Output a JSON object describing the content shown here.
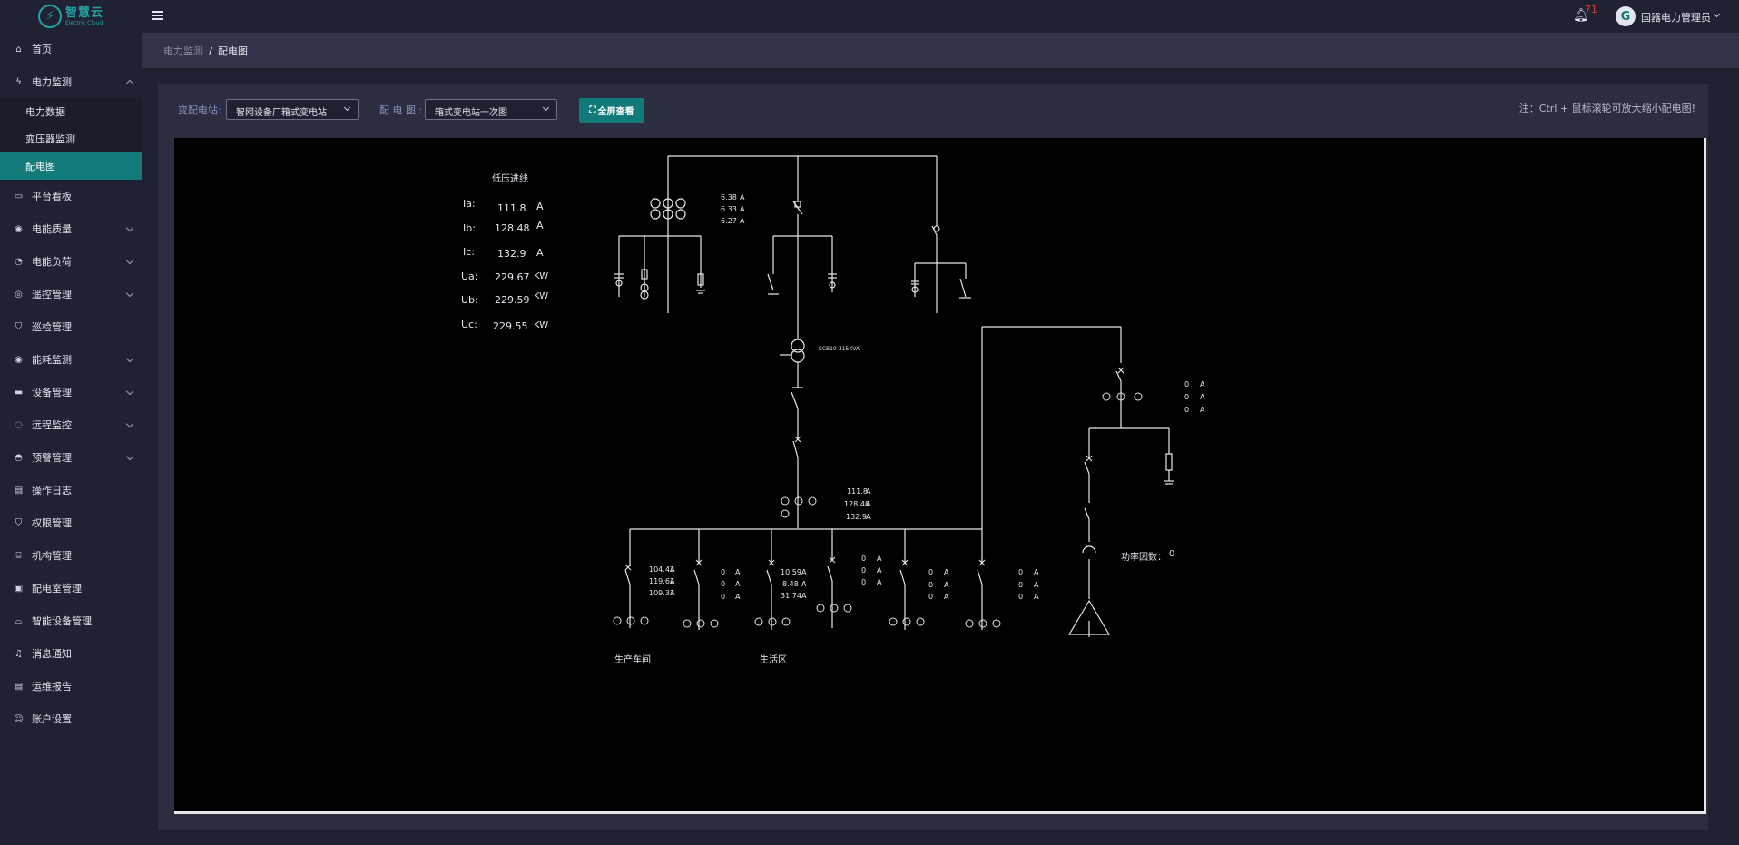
{
  "logo": {
    "name_cn": "智慧云",
    "name_en": "Electric Cloud"
  },
  "sidebar": {
    "items": [
      {
        "label": "首页",
        "icon": "home-icon"
      },
      {
        "label": "电力监测",
        "icon": "bolt-icon",
        "expanded": true,
        "children": [
          {
            "label": "电力数据"
          },
          {
            "label": "变压器监测"
          },
          {
            "label": "配电图",
            "active": true
          }
        ]
      },
      {
        "label": "平台看板",
        "icon": "monitor-icon"
      },
      {
        "label": "电能质量",
        "icon": "bulb-icon"
      },
      {
        "label": "电能负荷",
        "icon": "gauge-icon"
      },
      {
        "label": "遥控管理",
        "icon": "remote-icon"
      },
      {
        "label": "巡检管理",
        "icon": "shield-icon"
      },
      {
        "label": "能耗监测",
        "icon": "bulb-icon"
      },
      {
        "label": "设备管理",
        "icon": "device-icon"
      },
      {
        "label": "远程监控",
        "icon": "camera-icon"
      },
      {
        "label": "预警管理",
        "icon": "alarm-icon"
      },
      {
        "label": "操作日志",
        "icon": "log-icon"
      },
      {
        "label": "权限管理",
        "icon": "shield-icon"
      },
      {
        "label": "机构管理",
        "icon": "org-icon"
      },
      {
        "label": "配电室管理",
        "icon": "room-icon"
      },
      {
        "label": "智能设备管理",
        "icon": "router-icon"
      },
      {
        "label": "消息通知",
        "icon": "bell-icon"
      },
      {
        "label": "运维报告",
        "icon": "report-icon"
      },
      {
        "label": "账户设置",
        "icon": "user-icon"
      }
    ]
  },
  "header": {
    "notification_count": "71",
    "user_name": "国器电力管理员"
  },
  "breadcrumb": {
    "parent": "电力监测",
    "separator": "/",
    "current": "配电图"
  },
  "filters": {
    "station_label": "变配电站:",
    "station_value": "智网设备厂箱式变电站",
    "diagram_label": "配 电 图 :",
    "diagram_value": "箱式变电站一次图",
    "fullscreen_label": "全屏查看",
    "note": "注：Ctrl + 鼠标滚轮可放大缩小配电图!"
  },
  "diagram": {
    "incoming_title": "低压进线",
    "readings": [
      {
        "name": "Ia:",
        "value": "111.8",
        "unit": "A"
      },
      {
        "name": "Ib:",
        "value": "128.48",
        "unit": "A"
      },
      {
        "name": "Ic:",
        "value": "132.9",
        "unit": "A"
      },
      {
        "name": "Ua:",
        "value": "229.67",
        "unit": "KW"
      },
      {
        "name": "Ub:",
        "value": "229.59",
        "unit": "KW"
      },
      {
        "name": "Uc:",
        "value": "229.55",
        "unit": "KW"
      }
    ],
    "hv_currents": [
      "6.38",
      "6.33",
      "6.27"
    ],
    "transformer_label": "SCB10-315KVA",
    "main_currents": [
      "111.8",
      "128.48",
      "132.9"
    ],
    "right_currents": [
      "0",
      "0",
      "0"
    ],
    "power_factor_label": "功率因数：",
    "power_factor_value": "0",
    "feeders": [
      {
        "values": [
          "104.43",
          "119.62",
          "109.37"
        ],
        "label": "生产车间"
      },
      {
        "values": [
          "0",
          "0",
          "0"
        ],
        "label": ""
      },
      {
        "values": [
          "10.59",
          "8.48",
          "31.74"
        ],
        "label": "生活区"
      },
      {
        "values": [
          "0",
          "0",
          "0"
        ],
        "label": ""
      },
      {
        "values": [
          "0",
          "0",
          "0"
        ],
        "label": ""
      },
      {
        "values": [
          "0",
          "0",
          "0"
        ],
        "label": ""
      }
    ],
    "unit_a": "A"
  }
}
